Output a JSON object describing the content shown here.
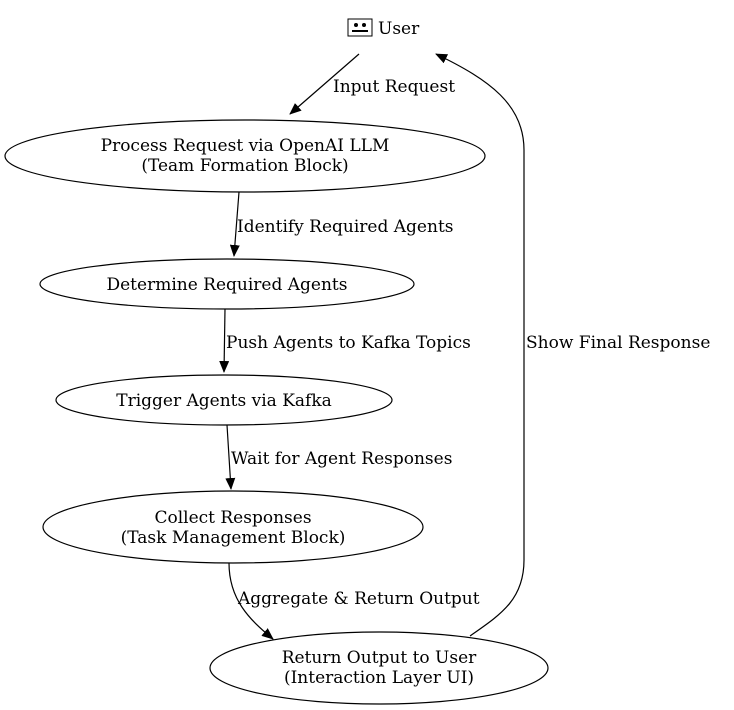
{
  "nodes": {
    "user": {
      "icon": "user-icon",
      "label": "User"
    },
    "process": {
      "line1": "Process Request via OpenAI LLM",
      "line2": "(Team Formation Block)"
    },
    "determine": {
      "line1": "Determine Required Agents"
    },
    "trigger": {
      "line1": "Trigger Agents via Kafka"
    },
    "collect": {
      "line1": "Collect Responses",
      "line2": "(Task Management Block)"
    },
    "return_output": {
      "line1": "Return Output to User",
      "line2": "(Interaction Layer UI)"
    }
  },
  "edges": {
    "input_request": "Input Request",
    "identify_agents": "Identify Required Agents",
    "push_agents": "Push Agents to Kafka Topics",
    "wait_responses": "Wait for Agent Responses",
    "aggregate_return": "Aggregate & Return Output",
    "show_final": "Show Final Response"
  },
  "colors": {
    "stroke": "#000000",
    "background": "#ffffff"
  }
}
